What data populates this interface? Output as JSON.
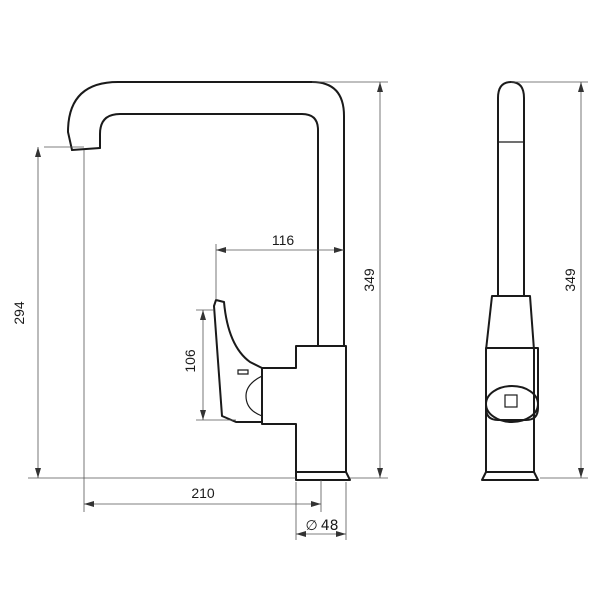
{
  "dimensions": {
    "spout_height": "294",
    "spout_reach": "210",
    "total_height_front": "349",
    "total_height_side": "349",
    "lever_reach": "116",
    "lever_height": "106",
    "base_diameter": "48"
  },
  "symbols": {
    "diameter": "∅"
  },
  "colors": {
    "outline": "#1a1a1a",
    "dimension_line": "#555555",
    "background": "#ffffff"
  }
}
